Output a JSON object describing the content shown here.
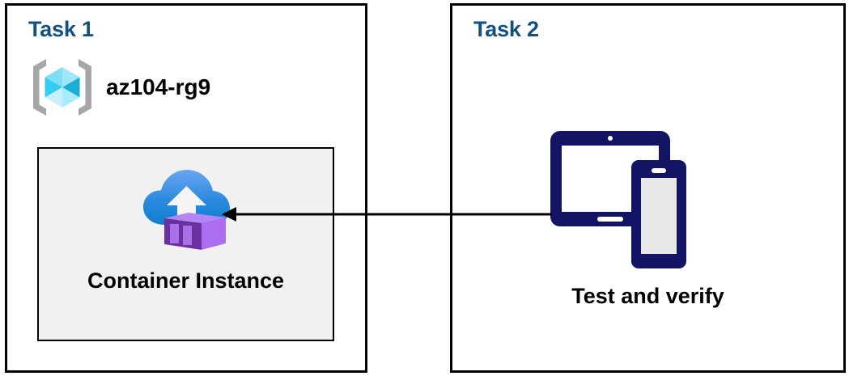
{
  "diagram": {
    "type": "architecture-task-diagram",
    "background_color": "#ffffff",
    "panels": [
      {
        "id": "task1",
        "title": "Task 1",
        "title_color": "#11507f",
        "border_color": "#000000",
        "resource_group": {
          "icon": "azure-resource-group-icon",
          "label": "az104-rg9",
          "label_color": "#000000",
          "icon_colors": {
            "bracket": "#a6a6a6",
            "cube_light": "#9fe7f8",
            "cube_mid": "#32cdf0",
            "cube_dark": "#1badd6",
            "cube_pale": "#c8f0fb"
          }
        },
        "card": {
          "icon": "container-instance-icon",
          "label": "Container Instance",
          "fill_color": "#f1f1f1",
          "border_color": "#000000",
          "icon_colors": {
            "cloud_top": "#5b9bf0",
            "cloud_bottom": "#0f7ed0",
            "arrow": "#f5f5f5",
            "box_light": "#ab6ef0",
            "box_dark": "#6c2fa0",
            "box_mid": "#9b5fd8"
          }
        }
      },
      {
        "id": "task2",
        "title": "Task 2",
        "title_color": "#11507f",
        "border_color": "#000000",
        "device": {
          "icon": "tablet-and-phone-icon",
          "label": "Test and verify",
          "label_color": "#000000",
          "icon_colors": {
            "body": "#141464",
            "tablet_screen": "#ffffff",
            "phone_screen": "#e8e8e8"
          }
        }
      }
    ],
    "connector": {
      "name": "arrow-task2-to-task1",
      "direction": "right-to-left",
      "color": "#000000",
      "from": "tablet-and-phone-icon",
      "to": "container-instance-card"
    }
  }
}
